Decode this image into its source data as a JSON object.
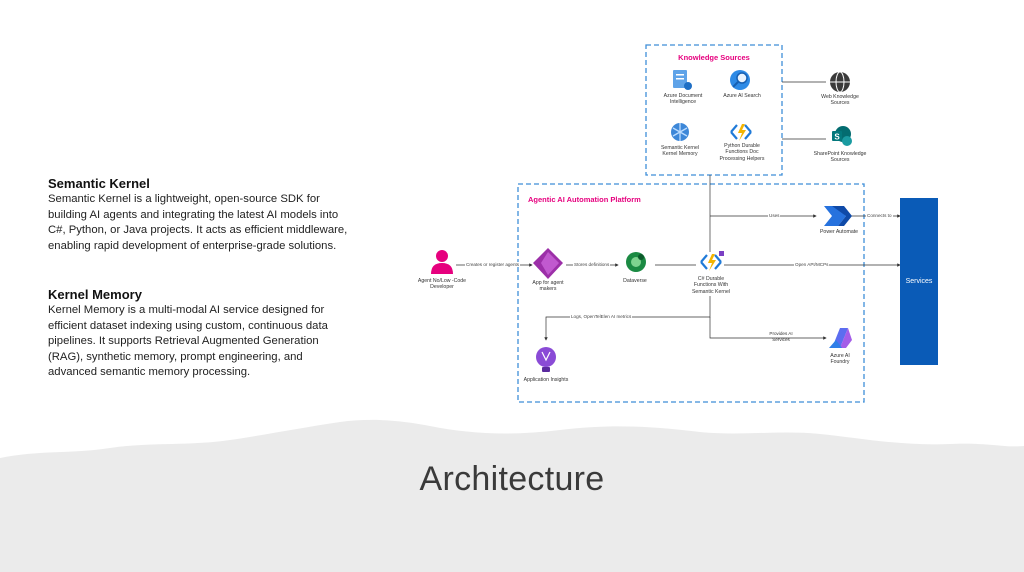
{
  "left": {
    "sk_title": "Semantic Kernel",
    "sk_body": "Semantic Kernel is a lightweight, open-source SDK for building AI agents and integrating the latest AI models into C#, Python, or Java projects. It acts as efficient middleware, enabling rapid development of enterprise-grade solutions.",
    "km_title": "Kernel Memory",
    "km_body": "Kernel Memory is a multi-modal AI service designed for efficient dataset indexing using custom, continuous data pipelines. It supports Retrieval Augmented Generation (RAG), synthetic memory, prompt engineering, and advanced semantic memory processing."
  },
  "knowledge": {
    "title": "Knowledge Sources",
    "doc_intel": "Azure Document Intelligence",
    "ai_search": "Azure AI Search",
    "sk_memory": "Semantic Kernel Kernel Memory",
    "python_func": "Python Durable Functions Doc Processing Helpers"
  },
  "external": {
    "web": "Web Knowledge Sources",
    "sharepoint": "SharePoint Knowledge Sources"
  },
  "platform": {
    "title": "Agentic AI Automation Platform",
    "agent": "Agent No/Low -Code Developer",
    "app": "App for agent makers",
    "dataverse": "Dataverse",
    "csharp_func": "C# Durable Functions With Semantic Kernel",
    "power_automate": "Power Automate",
    "app_insights": "Application Insights",
    "ai_foundry": "Azure AI Foundry"
  },
  "edges": {
    "creates": "Creates or register agents",
    "stores": "Stores definitions",
    "uses": "Uses",
    "connects": "Connects to",
    "open_api": "Open API/MCPs",
    "logs": "Logs, OpenTelElen AI metrics",
    "provides": "Provides AI Services"
  },
  "services": "Services",
  "footer": "Architecture"
}
